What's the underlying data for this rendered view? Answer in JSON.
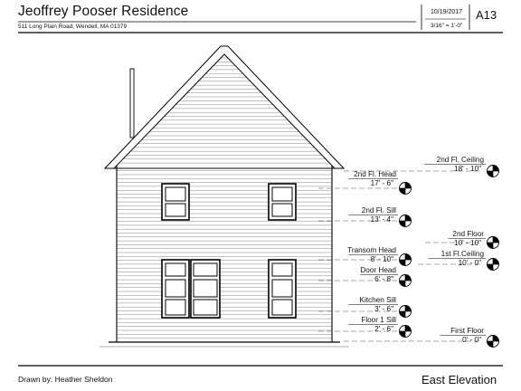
{
  "header": {
    "title": "Jeoffrey Pooser Residence",
    "address": "511 Long Plain Road, Wendell, MA 01379",
    "date": "10/19/2017",
    "scale": "3/16\" = 1'-0\"",
    "sheet": "A13"
  },
  "footer": {
    "drawn_by": "Drawn by: Heather Sheldon",
    "view_name": "East Elevation"
  },
  "levels": [
    {
      "name": "2nd Fl. Ceiling",
      "value": "18' - 10\""
    },
    {
      "name": "2nd Fl. Head",
      "value": "17' - 6\""
    },
    {
      "name": "2nd Fl. Sill",
      "value": "13' - 4\""
    },
    {
      "name": "2nd Floor",
      "value": "10' - 10\""
    },
    {
      "name": "Transom Head",
      "value": "8' - 10\""
    },
    {
      "name": "1st Fl.Ceiling",
      "value": "10' - 0\""
    },
    {
      "name": "Door Head",
      "value": "6' - 8\""
    },
    {
      "name": "Kitchen Sill",
      "value": "3' - 6\""
    },
    {
      "name": "Floor 1 Sill",
      "value": "2' - 6\""
    },
    {
      "name": "First Floor",
      "value": "0' - 0\""
    }
  ]
}
